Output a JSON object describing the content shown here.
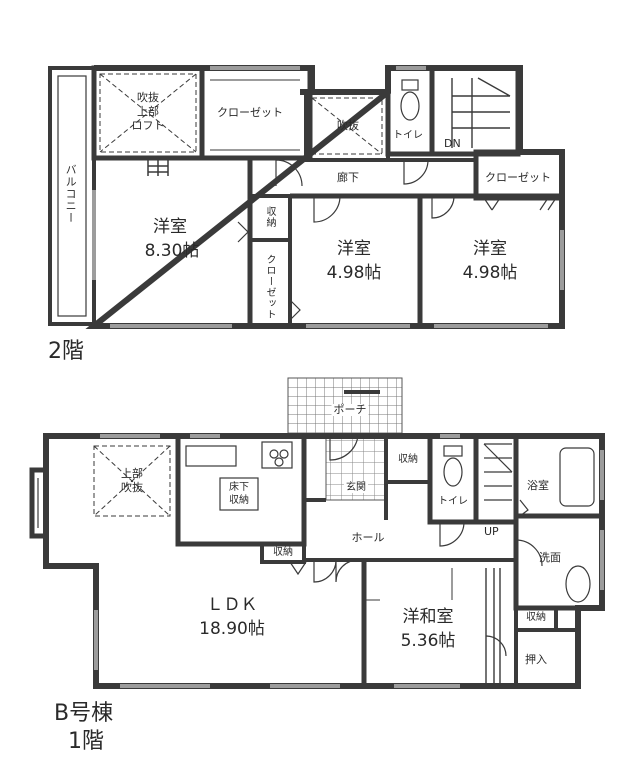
{
  "second_floor": {
    "floor_label": "2階",
    "rooms": {
      "balcony": "バルコニー",
      "void_loft": [
        "吹抜",
        "上部",
        "ロフト"
      ],
      "closet_top": "クローゼット",
      "void_center": "吹抜",
      "toilet": "トイレ",
      "stairs_dn": "DN",
      "hallway": "廊下",
      "closet_right": "クローゼット",
      "western_room_1": {
        "name": "洋室",
        "size": "8.30帖"
      },
      "storage": "収納",
      "closet_vertical": "クローゼット",
      "western_room_2": {
        "name": "洋室",
        "size": "4.98帖"
      },
      "western_room_3": {
        "name": "洋室",
        "size": "4.98帖"
      }
    }
  },
  "first_floor": {
    "building_label": "B号棟",
    "floor_label": "1階",
    "rooms": {
      "porch": "ポーチ",
      "void": [
        "上部",
        "吹抜"
      ],
      "underfloor_storage": [
        "床下",
        "収納"
      ],
      "entrance": "玄関",
      "storage_entrance": "収納",
      "toilet": "トイレ",
      "bathroom": "浴室",
      "stairs_up": "UP",
      "hall": "ホール",
      "storage_kitchen": "収納",
      "washroom": "洗面",
      "ldk": {
        "name": "ＬＤＫ",
        "size": "18.90帖"
      },
      "mixed_room": {
        "name": "洋和室",
        "size": "5.36帖"
      },
      "storage_wash": "収納",
      "oshiire": "押入"
    }
  },
  "colors": {
    "wall": "#3a3a3a",
    "line": "#555555",
    "background": "#ffffff"
  }
}
